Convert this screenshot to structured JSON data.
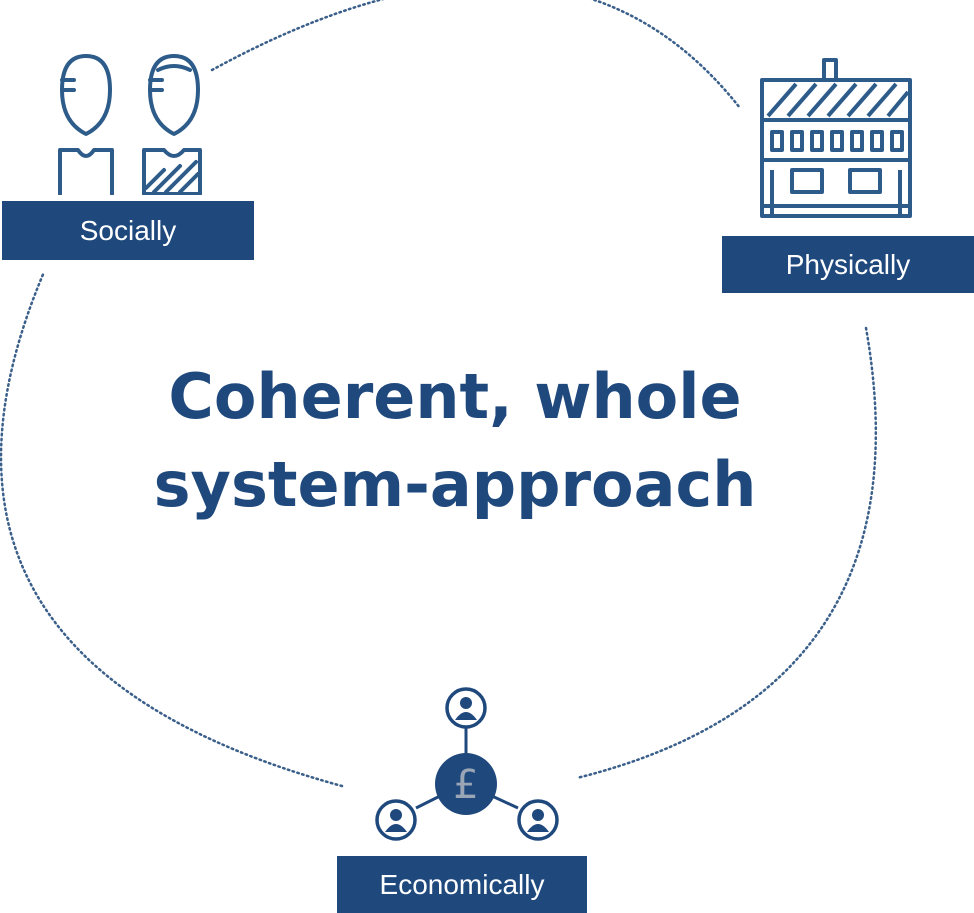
{
  "title": {
    "line1": "Coherent, whole",
    "line2": "system-approach"
  },
  "nodes": {
    "socially": {
      "label": "Socially",
      "icon": "people-icon"
    },
    "physically": {
      "label": "Physically",
      "icon": "house-icon"
    },
    "economically": {
      "label": "Economically",
      "icon": "pound-network-icon"
    }
  },
  "economic_icon": {
    "currency_symbol": "£"
  },
  "colors": {
    "primary": "#1f497d",
    "icon_stroke": "#2e5c8a",
    "dotted_line": "#3a5f8a",
    "label_text": "#ffffff",
    "pound_glyph": "#9aa5b5"
  }
}
